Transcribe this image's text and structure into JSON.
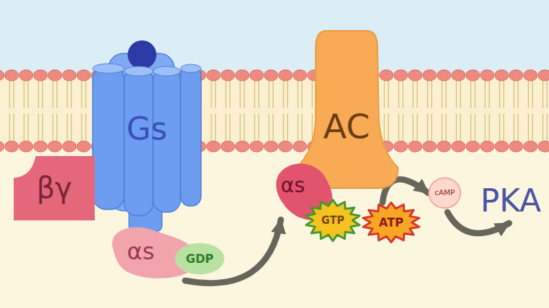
{
  "diagram": {
    "nodes": [
      {
        "text": [
          "βγ"
        ]
      },
      {
        "text": [
          "Gs"
        ]
      },
      {
        "text": [
          "αs"
        ]
      },
      {
        "text": [
          "GDP"
        ]
      },
      {
        "text": [
          "AC"
        ]
      },
      {
        "text": [
          "αs"
        ]
      },
      {
        "text": [
          "GTP"
        ]
      },
      {
        "text": [
          "ATP"
        ]
      },
      {
        "text": [
          "cAMP"
        ]
      }
    ],
    "edges": [
      {
        "from": 2,
        "to": 5,
        "arrow": "to"
      },
      {
        "from": 7,
        "to": 8,
        "arrow": "to"
      }
    ],
    "labels": [
      "PKA"
    ]
  }
}
